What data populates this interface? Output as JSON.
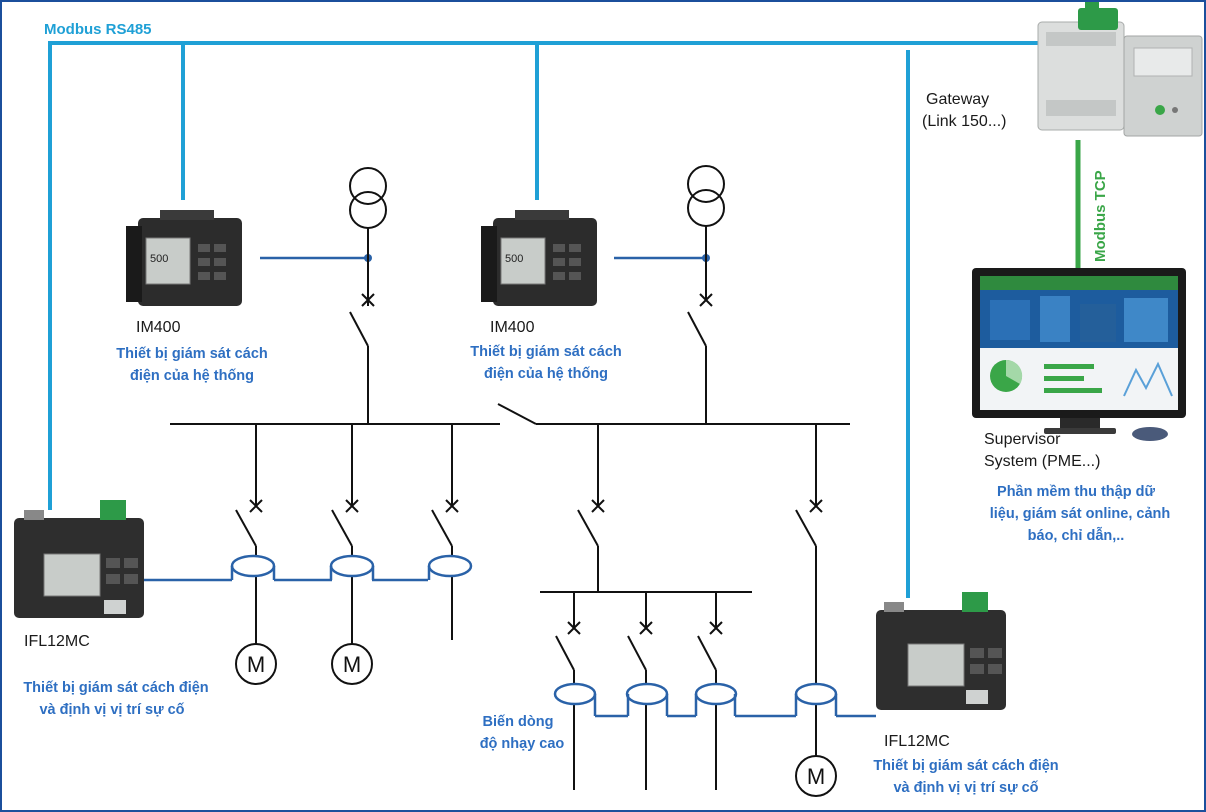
{
  "colors": {
    "modbus_rs485": "#1fa0d6",
    "modbus_tcp": "#3aa648",
    "signal_line": "#2a62a8",
    "power_line": "#111111",
    "description_text": "#2e6fc2",
    "frame": "#1b4f9c"
  },
  "bus": {
    "rs485_label": "Modbus RS485",
    "tcp_label": "Modbus TCP"
  },
  "gateway": {
    "line1": "Gateway",
    "line2": "(Link 150...)"
  },
  "supervisor": {
    "line1": "Supervisor",
    "line2": "System (PME...)",
    "desc": [
      "Phần mềm thu thập dữ",
      "liệu, giám sát online, cảnh",
      "báo, chỉ dẫn,.."
    ]
  },
  "im400_left": {
    "name": "IM400",
    "desc": [
      "Thiết bị giám sát cách",
      "điện của hệ thống"
    ]
  },
  "im400_right": {
    "name": "IM400",
    "desc": [
      "Thiết bị giám sát cách",
      "điện của hệ thống"
    ]
  },
  "ifl_left": {
    "name": "IFL12MC",
    "desc": [
      "Thiết bị giám sát cách điện",
      "và định vị vị trí sự cố"
    ]
  },
  "ifl_right": {
    "name": "IFL12MC",
    "desc": [
      "Thiết bị giám sát cách điện",
      "và định vị vị trí sự cố"
    ]
  },
  "ct_label": [
    "Biến dòng",
    "độ nhạy cao"
  ],
  "motor_symbol": "M",
  "device_screen_value": "500"
}
